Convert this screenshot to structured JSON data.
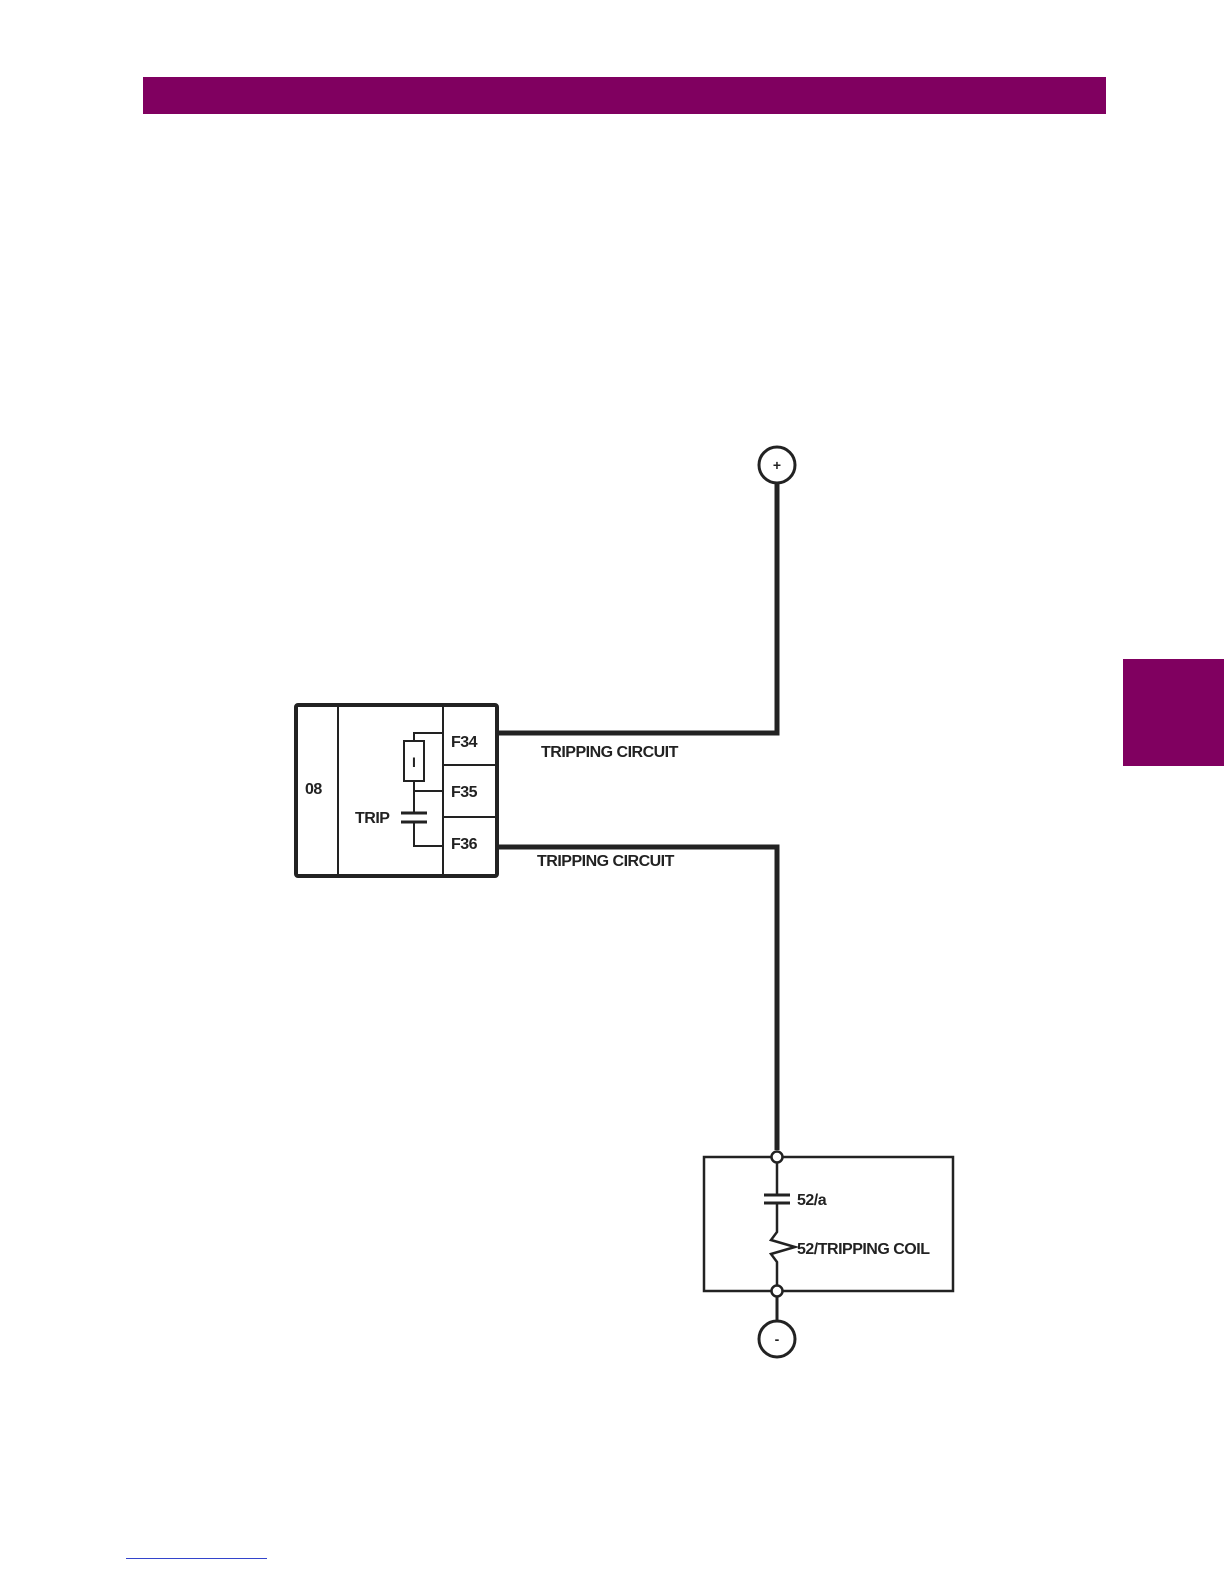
{
  "colors": {
    "accent": "#800060",
    "line": "#222222"
  },
  "relay": {
    "module_id": "08",
    "contact_label": "TRIP",
    "terminals": [
      "F34",
      "F35",
      "F36"
    ],
    "resistor_symbol": "I"
  },
  "circuit": {
    "upper_label": "TRIPPING CIRCUIT",
    "lower_label": "TRIPPING CIRCUIT"
  },
  "supply": {
    "positive": "+",
    "negative": "-"
  },
  "breaker": {
    "contact_label": "52/a",
    "coil_label": "52/TRIPPING COIL"
  }
}
